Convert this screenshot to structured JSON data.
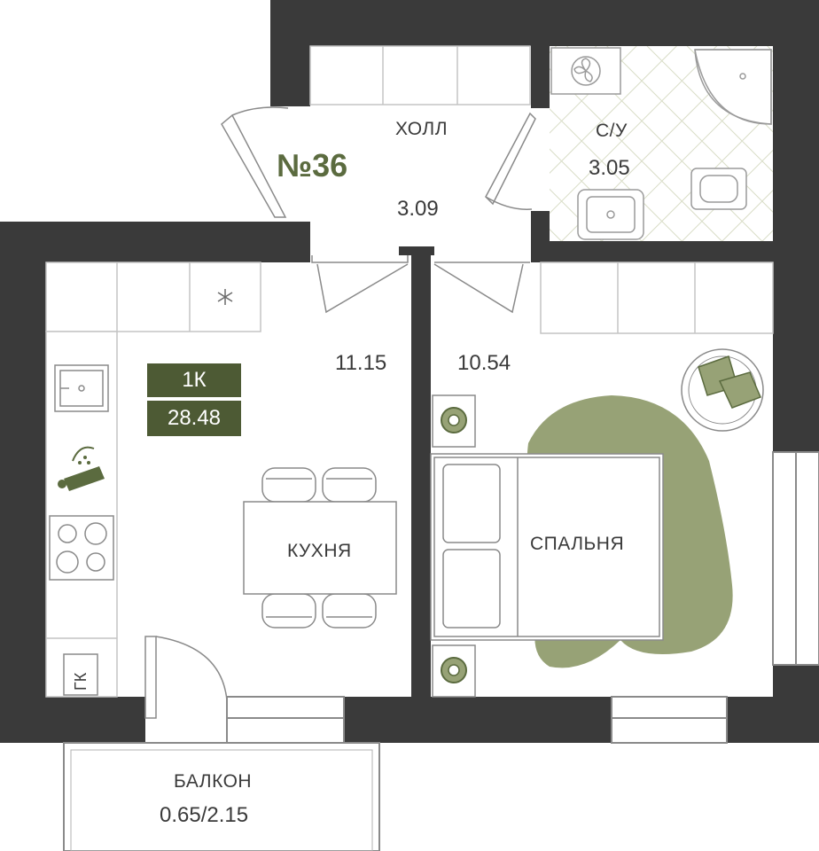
{
  "apartment": {
    "number": "№36",
    "type": "1К",
    "total_area": "28.48"
  },
  "rooms": {
    "hall": {
      "name": "ХОЛЛ",
      "area": "3.09"
    },
    "bathroom": {
      "name": "С/У",
      "area": "3.05"
    },
    "kitchen": {
      "name": "КУХНЯ",
      "area": "11.15"
    },
    "bedroom": {
      "name": "СПАЛЬНЯ",
      "area": "10.54"
    },
    "balcony": {
      "name": "БАЛКОН",
      "area": "0.65/2.15"
    }
  },
  "labels": {
    "gk": "ГК"
  },
  "colors": {
    "wall": "#3a3a3a",
    "accent": "#5b6b3f",
    "badge": "#4d5a34",
    "rug": "#97a276",
    "line": "#8a8a8a"
  }
}
